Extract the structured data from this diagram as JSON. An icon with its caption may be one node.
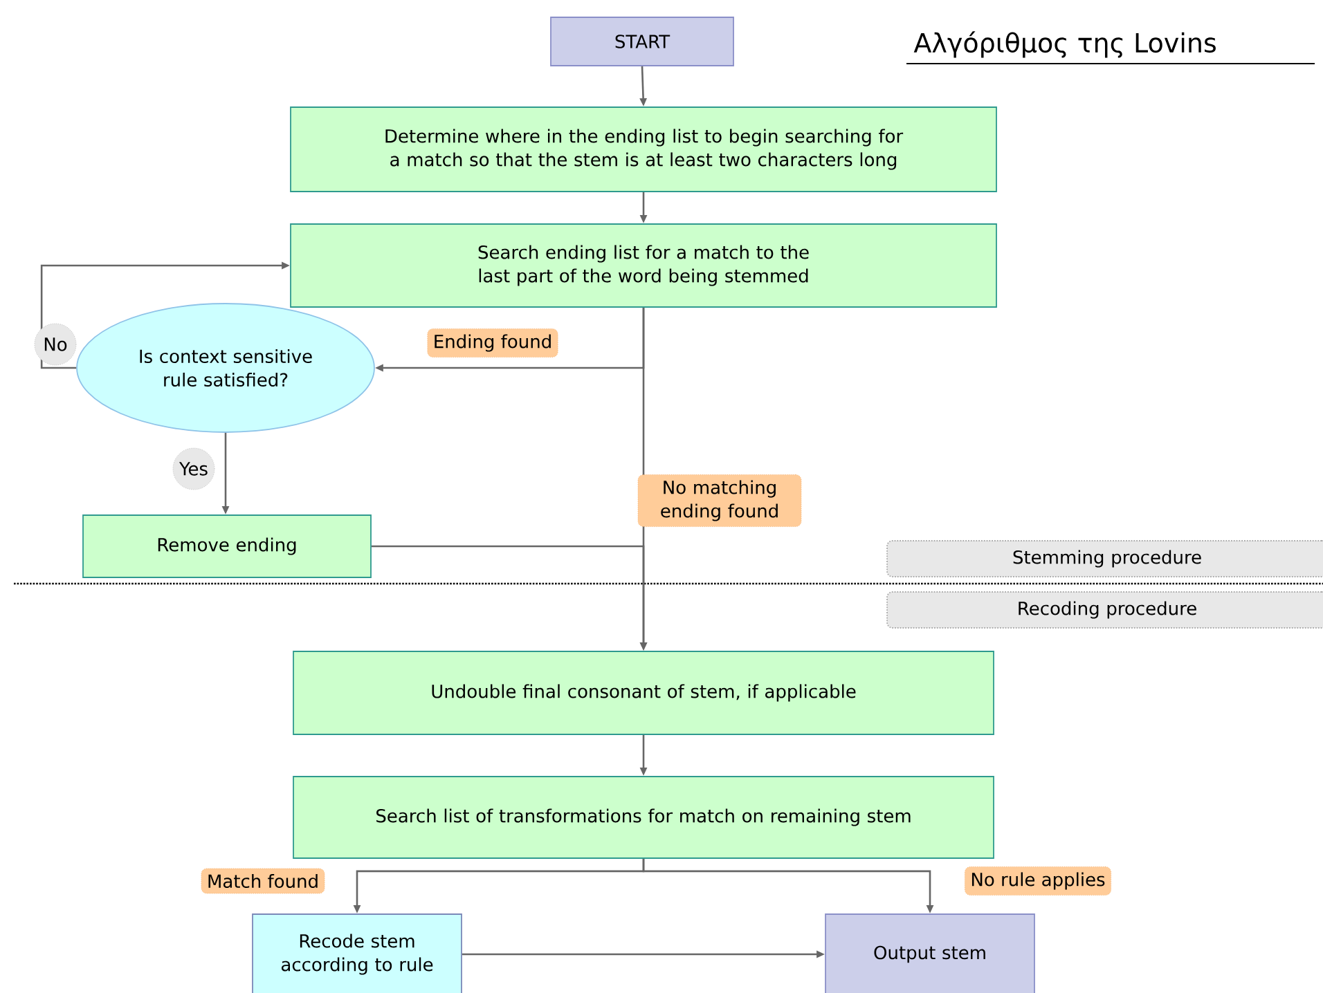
{
  "diagram": {
    "title": "Αλγόριθμος της Lovins",
    "nodes": [
      {
        "text": [
          "START"
        ]
      },
      {
        "text": [
          "Determine where in the ending list to begin searching for a match so that the stem is at least two characters long"
        ]
      },
      {
        "text": [
          "Search ending list for a match to the last part of the word being stemmed"
        ]
      },
      {
        "text": [
          "Is context sensitive rule satisfied?"
        ]
      },
      {
        "text": [
          "Remove ending"
        ]
      },
      {
        "text": [
          "Stemming procedure"
        ]
      },
      {
        "text": [
          "Recoding procedure"
        ]
      },
      {
        "text": [
          "Undouble final consonant of stem, if applicable"
        ]
      },
      {
        "text": [
          "Search list of transformations for match on remaining stem"
        ]
      },
      {
        "text": [
          "Recode stem according to rule"
        ]
      },
      {
        "text": [
          "Output stem"
        ]
      }
    ],
    "edges": [
      {
        "from": 0,
        "to": 1,
        "arrow": "to"
      },
      {
        "from": 1,
        "to": 2,
        "arrow": "to"
      },
      {
        "from": 2,
        "to": 3,
        "arrow": "to",
        "label": "Ending found"
      },
      {
        "from": 3,
        "to": 2,
        "arrow": "to",
        "label": "No"
      },
      {
        "from": 3,
        "to": 4,
        "arrow": "to",
        "label": "Yes"
      },
      {
        "from": 2,
        "to": 7,
        "arrow": "to",
        "label": "No matching ending found"
      },
      {
        "from": 4,
        "to": 7,
        "arrow": "to"
      },
      {
        "from": 7,
        "to": 8,
        "arrow": "to"
      },
      {
        "from": 8,
        "to": 9,
        "arrow": "to",
        "label": "Match found"
      },
      {
        "from": 8,
        "to": 10,
        "arrow": "to",
        "label": "No rule applies"
      },
      {
        "from": 9,
        "to": 10,
        "arrow": "to"
      }
    ]
  }
}
